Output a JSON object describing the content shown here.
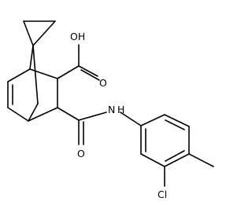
{
  "structure": {
    "type": "skeletal-formula",
    "labels": {
      "acid_group": "OH",
      "carbonyl_oxygen_acid": "O",
      "amide_nitrogen": "N",
      "amide_hydrogen": "H",
      "carbonyl_oxygen_amide": "O",
      "chlorine": "Cl"
    },
    "colors": {
      "bond": "#000000",
      "background": "#ffffff"
    }
  }
}
